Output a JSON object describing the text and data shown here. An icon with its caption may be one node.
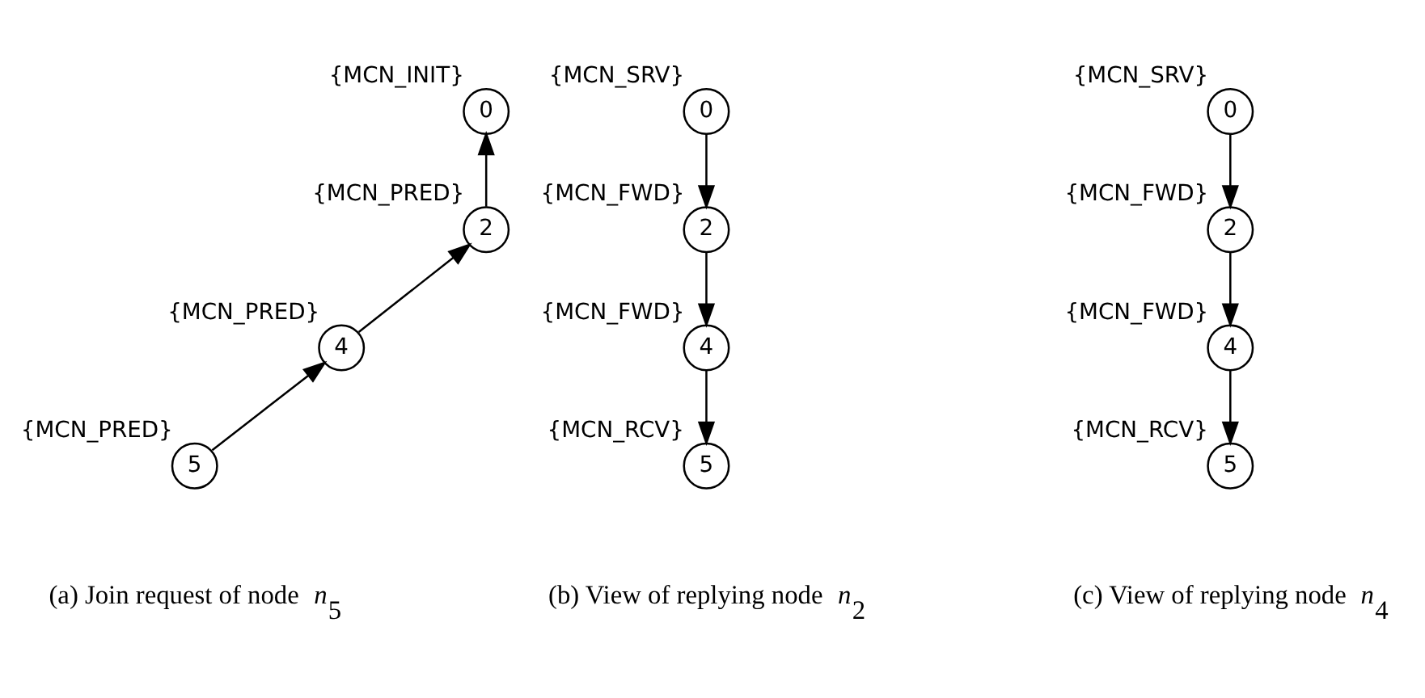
{
  "diagram": {
    "nodes": [
      {
        "text": [
          "0"
        ],
        "beside": [
          "{MCN_INIT}"
        ]
      },
      {
        "text": [
          "2"
        ],
        "beside": [
          "{MCN_PRED}"
        ]
      },
      {
        "text": [
          "4"
        ],
        "beside": [
          "{MCN_PRED}"
        ]
      },
      {
        "text": [
          "5"
        ],
        "beside": [
          "{MCN_PRED}"
        ]
      },
      {
        "text": [
          "0"
        ],
        "beside": [
          "{MCN_SRV}"
        ]
      },
      {
        "text": [
          "2"
        ],
        "beside": [
          "{MCN_FWD}"
        ]
      },
      {
        "text": [
          "4"
        ],
        "beside": [
          "{MCN_FWD}"
        ]
      },
      {
        "text": [
          "5"
        ],
        "beside": [
          "{MCN_RCV}"
        ]
      },
      {
        "text": [
          "0"
        ],
        "beside": [
          "{MCN_SRV}"
        ]
      },
      {
        "text": [
          "2"
        ],
        "beside": [
          "{MCN_FWD}"
        ]
      },
      {
        "text": [
          "4"
        ],
        "beside": [
          "{MCN_FWD}"
        ]
      },
      {
        "text": [
          "5"
        ],
        "beside": [
          "{MCN_RCV}"
        ]
      }
    ],
    "edges": [
      {
        "from": 3,
        "to": 2,
        "arrow": "to"
      },
      {
        "from": 2,
        "to": 1,
        "arrow": "to"
      },
      {
        "from": 1,
        "to": 0,
        "arrow": "to"
      },
      {
        "from": 4,
        "to": 5,
        "arrow": "to"
      },
      {
        "from": 5,
        "to": 6,
        "arrow": "to"
      },
      {
        "from": 6,
        "to": 7,
        "arrow": "to"
      },
      {
        "from": 8,
        "to": 9,
        "arrow": "to"
      },
      {
        "from": 9,
        "to": 10,
        "arrow": "to"
      },
      {
        "from": 10,
        "to": 11,
        "arrow": "to"
      }
    ],
    "labels": [
      "(a) Join request of node *n*$_{5}$",
      "(b) View of replying node *n*$_{2}$",
      "(c) View of replying node *n*$_{4}$"
    ]
  }
}
